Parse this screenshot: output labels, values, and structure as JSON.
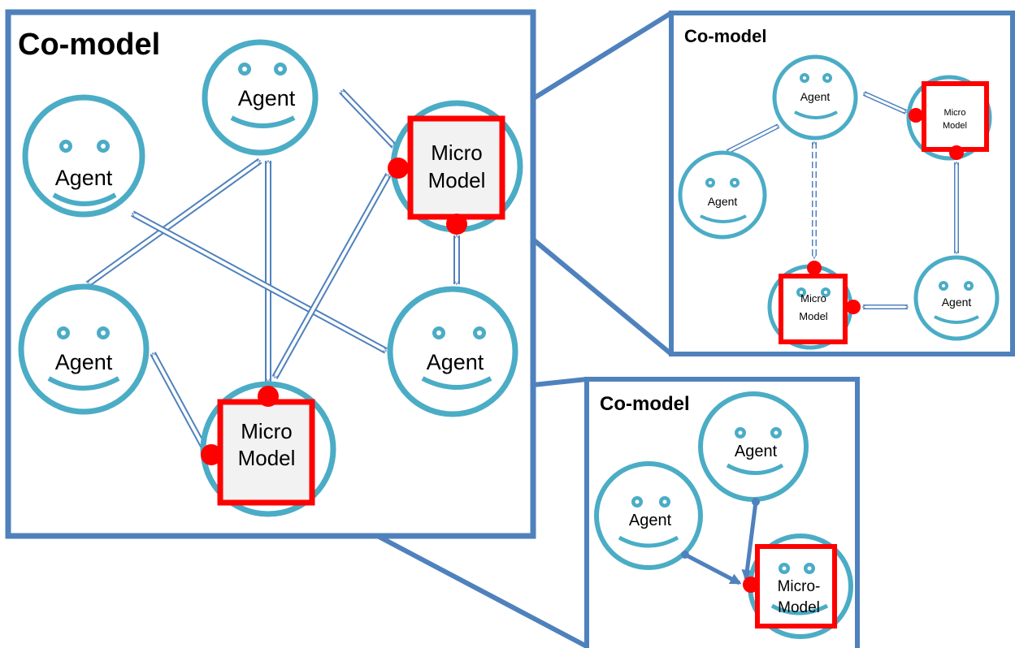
{
  "colors": {
    "frame": "#4f81bd",
    "face": "#4bacc6",
    "arrow": "#4f81bd",
    "arrow_fill": "#ffffff",
    "micro_border": "#ff0000",
    "micro_fill": "#f2f2f2",
    "port": "#ff0000"
  },
  "main": {
    "title": "Co-model",
    "agents": [
      "Agent",
      "Agent",
      "Agent",
      "Agent"
    ],
    "micro_models": [
      {
        "line1": "Micro",
        "line2": "Model"
      },
      {
        "line1": "Micro",
        "line2": "Model"
      }
    ]
  },
  "top_right": {
    "title": "Co-model",
    "agents": [
      "Agent",
      "Agent",
      "Agent"
    ],
    "micro_models": [
      {
        "line1": "Micro",
        "line2": "Model"
      },
      {
        "line1": "Micro",
        "line2": "Model"
      }
    ]
  },
  "bottom_right": {
    "title": "Co-model",
    "agents": [
      "Agent",
      "Agent"
    ],
    "micro_model": {
      "line1": "Micro-",
      "line2": "Model"
    }
  }
}
